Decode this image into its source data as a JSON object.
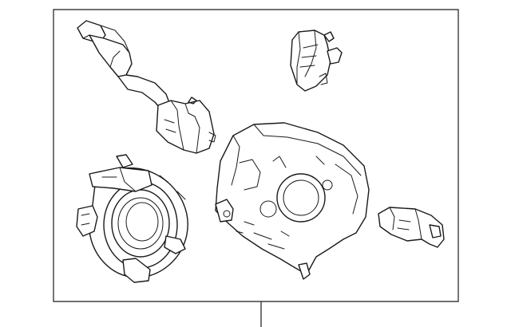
{
  "diagram": {
    "parts": [
      {
        "id": "wiper-switch-lever",
        "icon": "stalk-lever-icon"
      },
      {
        "id": "ignition-switch-connector",
        "icon": "connector-block-icon"
      },
      {
        "id": "clockspring",
        "icon": "spiral-cable-icon"
      },
      {
        "id": "switch-housing",
        "icon": "column-switch-housing-icon"
      },
      {
        "id": "mounting-bracket",
        "icon": "bracket-icon"
      }
    ],
    "frame_color": "#1a1a1a",
    "background": "#ffffff"
  }
}
